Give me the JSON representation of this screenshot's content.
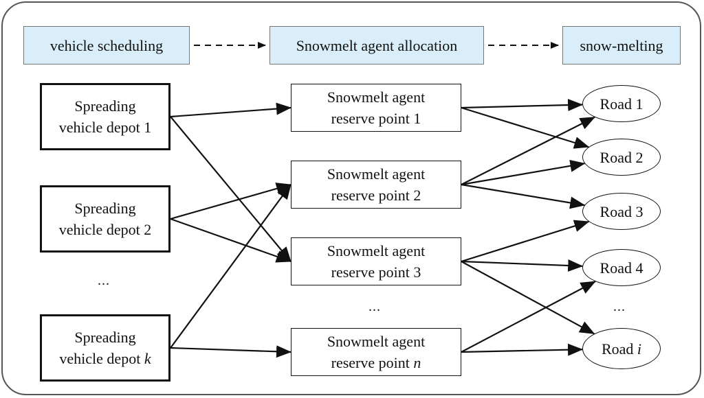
{
  "stages": [
    {
      "label": "vehicle scheduling"
    },
    {
      "label": "Snowmelt agent allocation"
    },
    {
      "label": "snow-melting"
    }
  ],
  "depots": [
    {
      "line1": "Spreading",
      "line2": "vehicle depot",
      "index": "1",
      "index_italic": false
    },
    {
      "line1": "Spreading",
      "line2": "vehicle depot",
      "index": "2",
      "index_italic": false
    },
    {
      "line1": "Spreading",
      "line2": "vehicle depot",
      "index": "k",
      "index_italic": true
    }
  ],
  "reserves": [
    {
      "line1": "Snowmelt agent",
      "line2": "reserve point",
      "index": "1",
      "index_italic": false
    },
    {
      "line1": "Snowmelt agent",
      "line2": "reserve point",
      "index": "2",
      "index_italic": false
    },
    {
      "line1": "Snowmelt agent",
      "line2": "reserve point",
      "index": "3",
      "index_italic": false
    },
    {
      "line1": "Snowmelt agent",
      "line2": "reserve point",
      "index": "n",
      "index_italic": true
    }
  ],
  "roads": [
    {
      "prefix": "Road",
      "index": "1",
      "index_italic": false
    },
    {
      "prefix": "Road",
      "index": "2",
      "index_italic": false
    },
    {
      "prefix": "Road",
      "index": "3",
      "index_italic": false
    },
    {
      "prefix": "Road",
      "index": "4",
      "index_italic": false
    },
    {
      "prefix": "Road",
      "index": "i",
      "index_italic": true
    }
  ],
  "ellipsis": "...",
  "edges": [
    {
      "from": "depot-0",
      "to": "reserve-0"
    },
    {
      "from": "depot-0",
      "to": "reserve-2"
    },
    {
      "from": "depot-1",
      "to": "reserve-1"
    },
    {
      "from": "depot-1",
      "to": "reserve-2"
    },
    {
      "from": "depot-2",
      "to": "reserve-1"
    },
    {
      "from": "depot-2",
      "to": "reserve-3"
    },
    {
      "from": "reserve-0",
      "to": "road-0"
    },
    {
      "from": "reserve-0",
      "to": "road-1"
    },
    {
      "from": "reserve-1",
      "to": "road-0"
    },
    {
      "from": "reserve-1",
      "to": "road-1"
    },
    {
      "from": "reserve-1",
      "to": "road-2"
    },
    {
      "from": "reserve-2",
      "to": "road-2"
    },
    {
      "from": "reserve-2",
      "to": "road-3"
    },
    {
      "from": "reserve-2",
      "to": "road-4"
    },
    {
      "from": "reserve-3",
      "to": "road-3"
    },
    {
      "from": "reserve-3",
      "to": "road-4"
    }
  ],
  "stage_edges": [
    {
      "from": "stage-0",
      "to": "stage-1",
      "style": "dashed"
    },
    {
      "from": "stage-1",
      "to": "stage-2",
      "style": "dashed"
    }
  ]
}
